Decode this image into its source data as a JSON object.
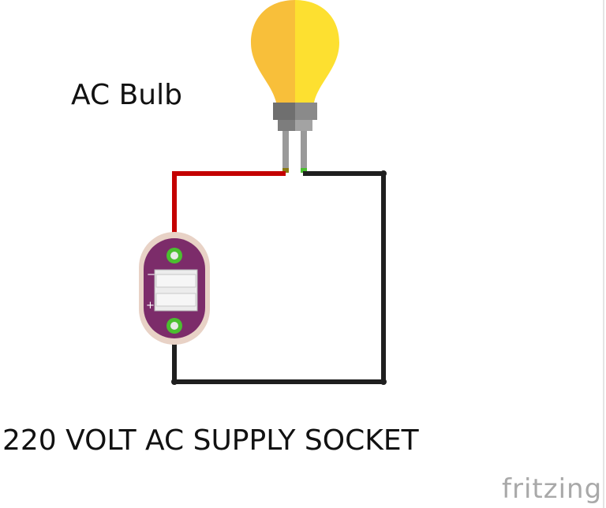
{
  "labels": {
    "bulb": "AC Bulb",
    "socket": "220 VOLT AC SUPPLY SOCKET"
  },
  "socket_terminals": {
    "top": "−",
    "bottom": "+"
  },
  "brand": {
    "text": "fritzing",
    "color": "#a9a9a9"
  },
  "colors": {
    "bulb_glass_left": "#f8bf3a",
    "bulb_glass_right": "#fde030",
    "bulb_base_dark": "#6f6f6f",
    "bulb_base_light": "#9a9a9a",
    "socket_body": "#7c2c6a",
    "socket_rim": "#e8d2c6",
    "wire_live": "#c40000",
    "wire_neutral": "#1f1f1f",
    "terminal_green": "#4bbf30"
  }
}
